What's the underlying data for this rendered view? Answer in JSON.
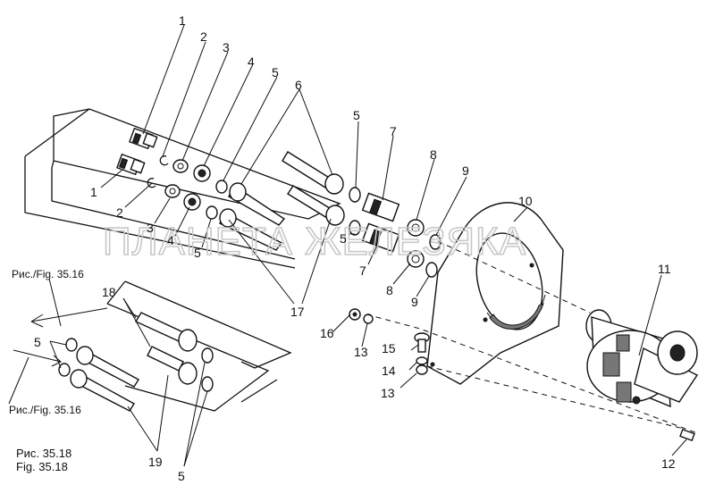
{
  "watermark": "ПЛАНЕТА ЖЕЛЕЗЯКА",
  "figure_caption": {
    "line1": "Рис. 35.18",
    "line2": "Fig. 35.18"
  },
  "references": {
    "upper": "Рис./Fig. 35.16",
    "lower": "Рис./Fig. 35.16"
  },
  "callouts": {
    "c1a": "1",
    "c1b": "1",
    "c2a": "2",
    "c2b": "2",
    "c3a": "3",
    "c3b": "3",
    "c4a": "4",
    "c4b": "4",
    "c5a": "5",
    "c5b": "5",
    "c5c": "5",
    "c5d": "5",
    "c5e": "5",
    "c5f": "5",
    "c6": "6",
    "c7a": "7",
    "c7b": "7",
    "c8a": "8",
    "c8b": "8",
    "c9a": "9",
    "c9b": "9",
    "c10": "10",
    "c11": "11",
    "c12": "12",
    "c13a": "13",
    "c13b": "13",
    "c14": "14",
    "c15": "15",
    "c16": "16",
    "c17": "17",
    "c18": "18",
    "c19": "19"
  },
  "colors": {
    "ink": "#111111",
    "watermark": "#c8c8c8"
  }
}
